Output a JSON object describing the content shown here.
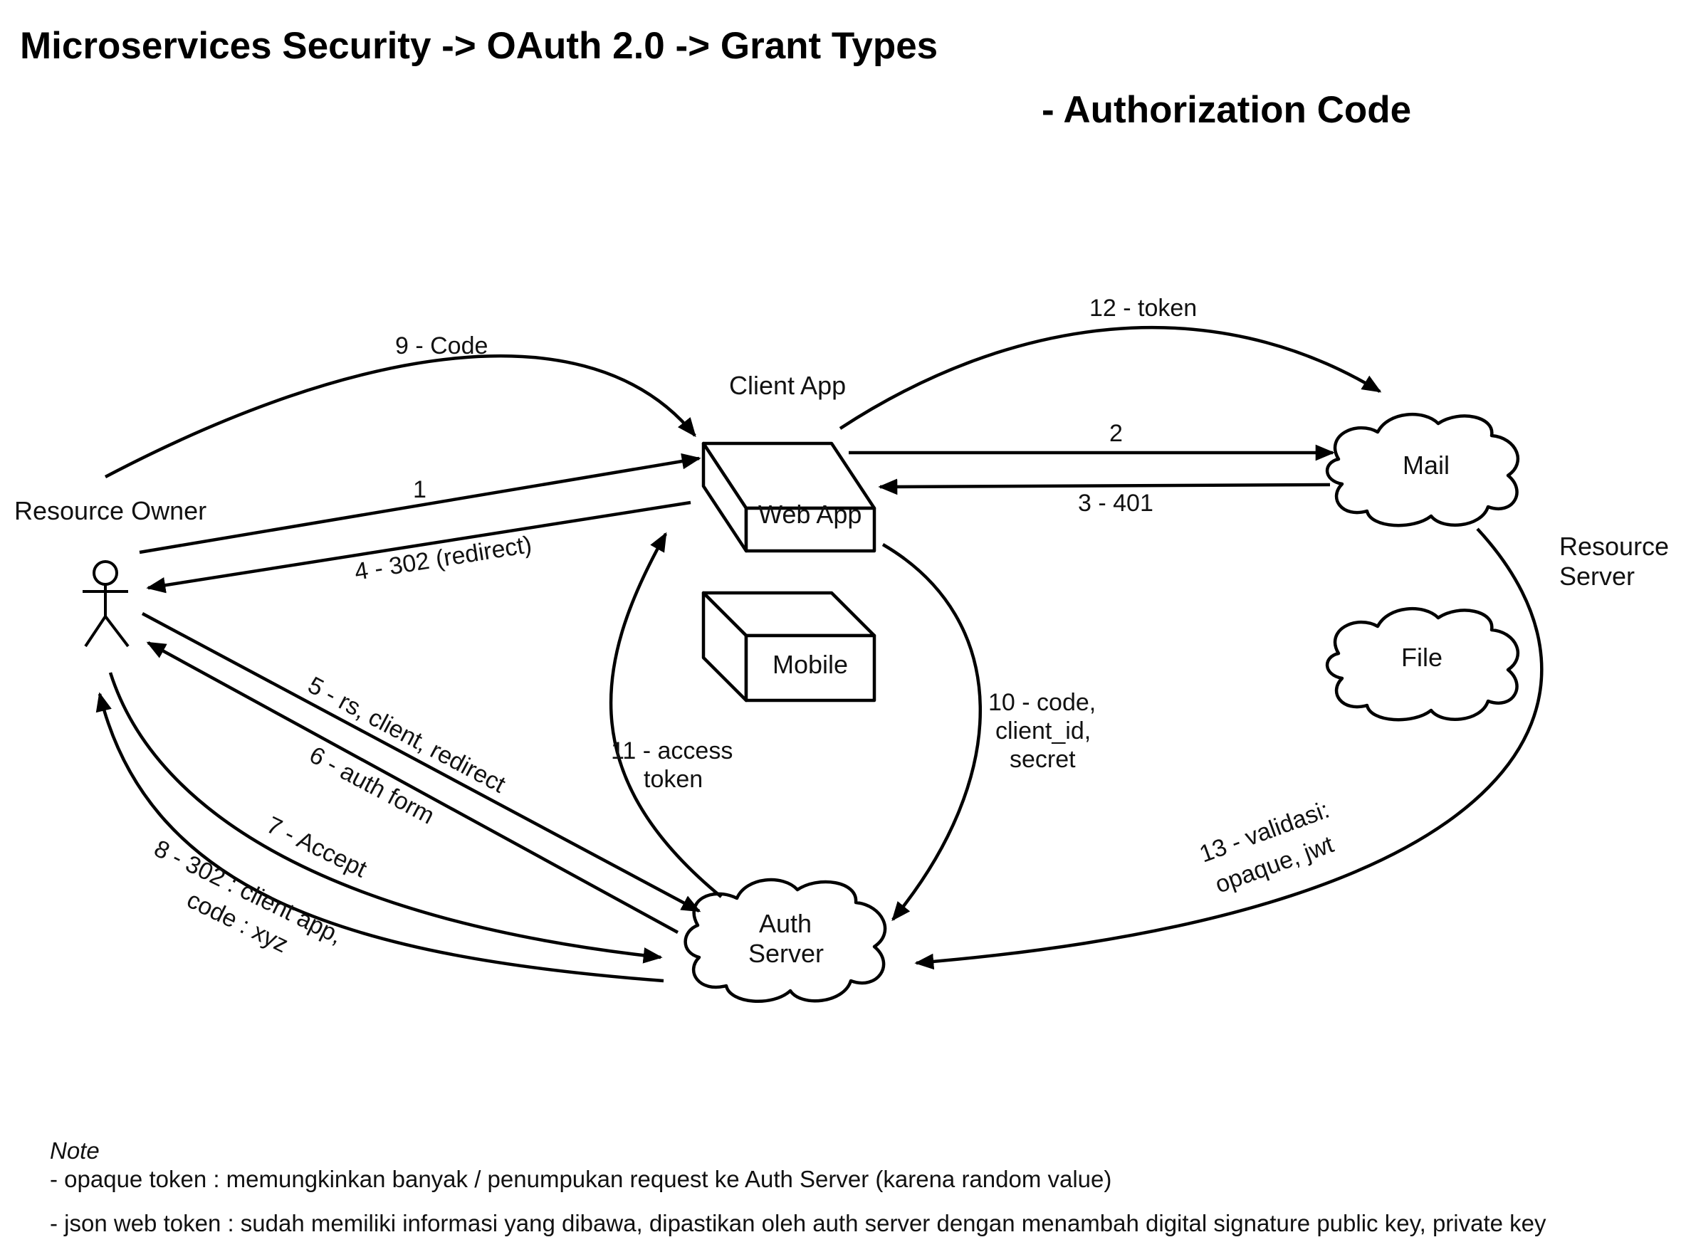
{
  "title": "Microservices Security -> OAuth 2.0 -> Grant Types",
  "subtitle": "- Authorization Code",
  "nodes": {
    "resource_owner": "Resource Owner",
    "client_app": "Client App",
    "web_app": "Web App",
    "mobile": "Mobile",
    "mail": "Mail",
    "file": "File",
    "resource_server": [
      "Resource",
      "Server"
    ],
    "auth_server": [
      "Auth",
      "Server"
    ]
  },
  "edges": {
    "e1": "1",
    "e2": "2",
    "e3": "3 - 401",
    "e4": "4 - 302 (redirect)",
    "e5": "5 - rs, client, redirect",
    "e6": "6 - auth form",
    "e7": "7 - Accept",
    "e8": [
      "8 - 302 : client app,",
      "code : xyz"
    ],
    "e9": "9 - Code",
    "e10": [
      "10 - code,",
      "client_id,",
      "secret"
    ],
    "e11": [
      "11 - access",
      "token"
    ],
    "e12": "12 - token",
    "e13": [
      "13 - validasi:",
      "opaque, jwt"
    ]
  },
  "note": {
    "heading": "Note",
    "lines": [
      "- opaque token : memungkinkan banyak / penumpukan request ke Auth Server (karena random value)",
      "- json web token : sudah memiliki informasi yang dibawa, dipastikan oleh auth server dengan menambah digital signature public key, private key"
    ]
  }
}
